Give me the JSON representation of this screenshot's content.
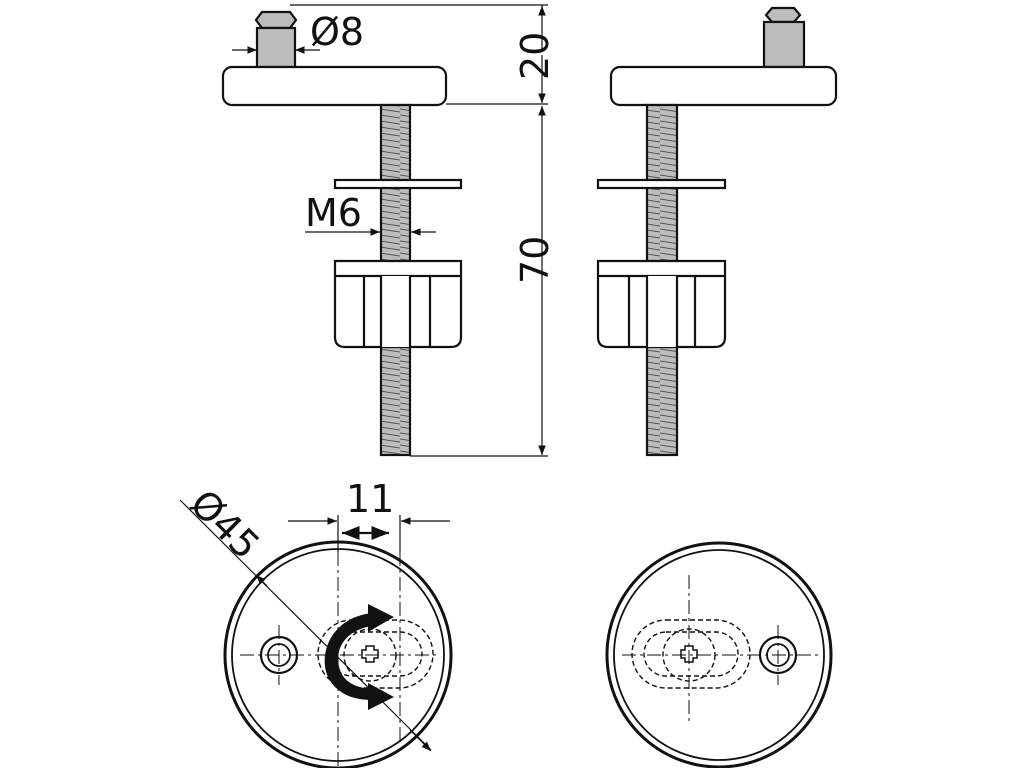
{
  "drawing": {
    "colors": {
      "ink": "#111111",
      "metal_fill": "#bdbdbd",
      "background": "#ffffff"
    },
    "labels": {
      "pin_diameter": "Ø8",
      "pin_height": "20",
      "thread": "M6",
      "bolt_length": "70",
      "slot_offset": "11",
      "cap_diameter": "Ø45"
    }
  }
}
